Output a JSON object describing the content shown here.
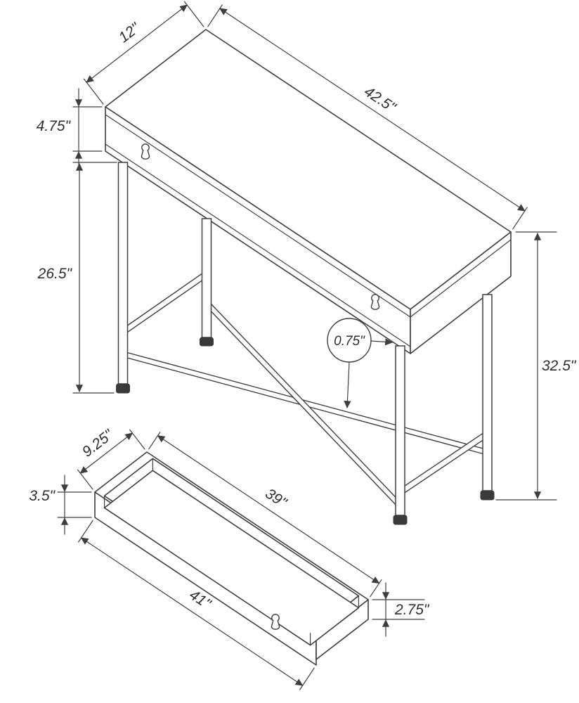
{
  "diagram": {
    "product": "console-table-dimension-drawing",
    "line_color": "#3e3e3e",
    "background": "#ffffff"
  },
  "dims": {
    "top_depth": "12\"",
    "top_length": "42.5\"",
    "top_thickness": "4.75\"",
    "leg_height": "26.5\"",
    "overall_height": "32.5\"",
    "tube_diameter": "0.75\""
  },
  "drawer": {
    "depth": "9.25\"",
    "length_inner": "39\"",
    "front_height": "3.5\"",
    "front_length": "41\"",
    "side_height": "2.75\""
  }
}
